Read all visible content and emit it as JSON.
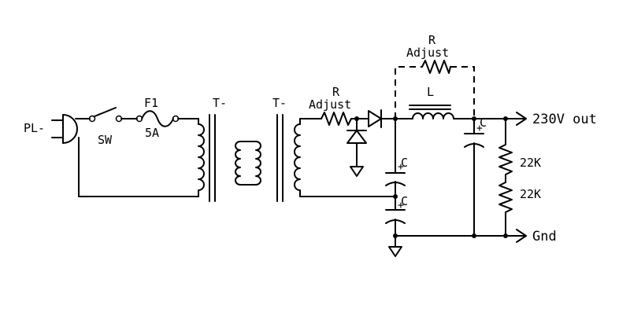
{
  "labels": {
    "plug": "PL-",
    "switch": "SW",
    "fuse": "F1",
    "fuse_rating": "5A",
    "transformer_1": "T-",
    "transformer_2": "T-",
    "resistor_1": "R",
    "resistor_1_note": "Adjust",
    "resistor_2": "R",
    "resistor_2_note": "Adjust",
    "inductor": "L",
    "cap_1": "C",
    "cap_2": "C",
    "cap_3": "C",
    "cap_plus_1": "+",
    "cap_plus_2": "+",
    "cap_plus_3": "+",
    "res_divider_top": "22K",
    "res_divider_bottom": "22K",
    "output": "230V out",
    "ground": "Gnd"
  }
}
